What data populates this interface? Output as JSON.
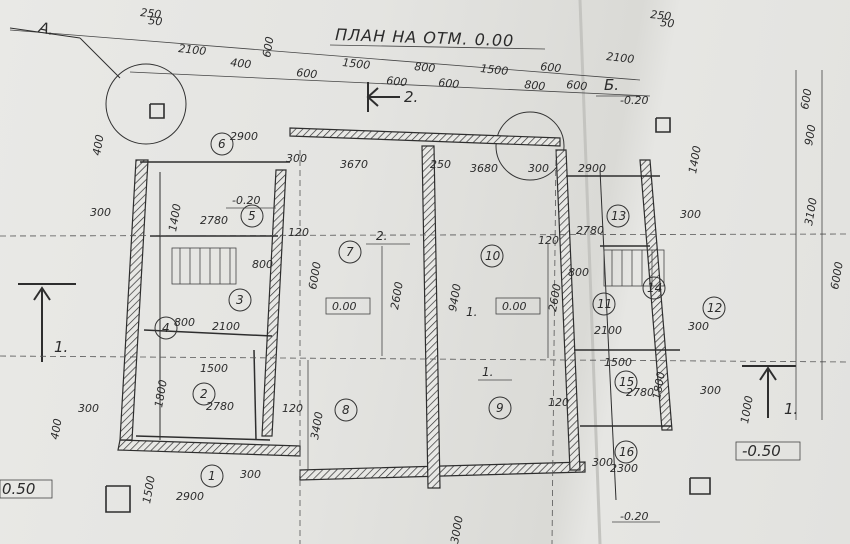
{
  "title": "ПЛАН НА ОТМ. 0.00",
  "callouts": {
    "a": "А.",
    "b": "Б."
  },
  "section_marks": {
    "top": "2.",
    "left": "1.",
    "right": "1.",
    "inner": "2.",
    "inner_left": "1.",
    "inner_bottom": "1."
  },
  "levels": {
    "left_room": "0.00",
    "right_room": "0.00",
    "upper_left": "-0.20",
    "upper_right": "-0.20",
    "right_outside": "-0.50",
    "left_outside": "0.50",
    "bottom_right": "-0.20"
  },
  "rooms": [
    "1",
    "2",
    "3",
    "4",
    "5",
    "6",
    "7",
    "8",
    "9",
    "10",
    "11",
    "12",
    "13",
    "14",
    "15",
    "16"
  ],
  "dims_top": [
    "2100",
    "400",
    "600",
    "600",
    "1500",
    "600",
    "800",
    "600",
    "1500",
    "600",
    "800",
    "600",
    "2100",
    "250",
    "50",
    "250",
    "50"
  ],
  "dims_plan": {
    "d2900a": "2900",
    "d300a": "300",
    "d3670": "3670",
    "d250": "250",
    "d3680": "3680",
    "d300b": "300",
    "d2900b": "2900",
    "d300c": "300",
    "d2780a": "2780",
    "d120a": "120",
    "d1400": "1400",
    "d6000": "6000",
    "d800a": "800",
    "d2600a": "2600",
    "d9400": "9400",
    "d2600b": "2600",
    "d120b": "120",
    "d2780b": "2780",
    "d800b": "800",
    "d300d": "300",
    "d2100a": "2100",
    "d800c": "800",
    "d2100b": "2100",
    "d1500a": "1500",
    "d1500b": "1500",
    "d1800a": "1800",
    "d1800b": "1800",
    "d2780c": "2780",
    "d120c": "120",
    "d3400": "3400",
    "d120d": "120",
    "d2780d": "2780",
    "d300e": "300",
    "d300f": "300",
    "d300g": "300",
    "d2300": "2300",
    "d2900c": "2900",
    "d1500c": "1500",
    "d400a": "400",
    "d400b": "400",
    "d3100": "3100",
    "d900": "900",
    "d600": "600",
    "d6000b": "6000",
    "d1000": "1000",
    "d300h": "300",
    "d300i": "300",
    "d1400b": "1400",
    "d3000": "3000"
  }
}
